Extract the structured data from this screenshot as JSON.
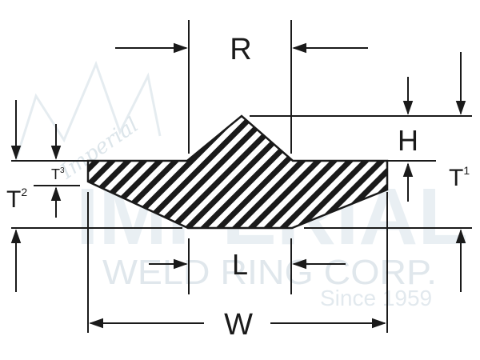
{
  "labels": {
    "R": "R",
    "H": "H",
    "L": "L",
    "W": "W",
    "T1_base": "T",
    "T1_sup": "1",
    "T2_base": "T",
    "T2_sup": "2",
    "T3_base": "T",
    "T3_sup": "3"
  },
  "watermark": {
    "script": "Imperial",
    "brand": "IMPERIAL",
    "line": "WELD RING CORP.",
    "since": "Since 1959"
  },
  "colors": {
    "ink": "#1a1a1a",
    "watermark": "#dfe8ee"
  }
}
